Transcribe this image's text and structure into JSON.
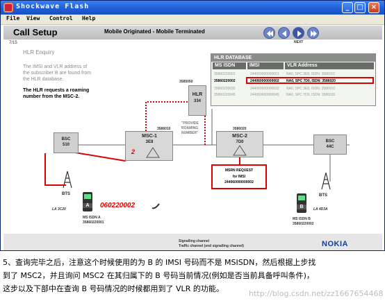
{
  "window": {
    "title": "Shockwave Flash",
    "colors": {
      "titlebar": "#2a63d8",
      "close": "#c73b1c"
    }
  },
  "menu": [
    "File",
    "View",
    "Control",
    "Help"
  ],
  "slide": {
    "title": "Call Setup",
    "subtitle": "Mobile Originated - Mobile Terminated",
    "page": "7/15",
    "next_label": "NEXT",
    "nav_icons": [
      "rewind-icon",
      "prev-icon",
      "next-icon",
      "fast-forward-icon"
    ],
    "hlr_enquiry": "HLR Enquiry",
    "gray_paragraph": [
      "The IMSI and VLR address of",
      "the subscriber B are found from",
      "the HLR database."
    ],
    "bold_paragraph": [
      "The HLR requests a roaming",
      "number from the MSC-2."
    ],
    "hlr_db": {
      "title": "HLR DATABASE",
      "headers": [
        "MS ISDN",
        "IMSI",
        "VLR Address"
      ],
      "rows": [
        [
          "35860220001",
          "244060000000001",
          "NA0, SPC 3E8, ISDN: 3586010"
        ],
        [
          "35860220002",
          "244060000000002",
          "NA0, SPC 7D0, ISDN: 3586020"
        ],
        [
          "35860220032",
          "244060000000032",
          "NA0, SPC 3E8, ISDN: 3586010"
        ],
        [
          "35860220045",
          "244060000000045",
          "NA0, SPC 7D0, ISDN: 3586020"
        ]
      ],
      "highlight_row": 1
    },
    "hlr_node": {
      "id": "3585050",
      "name": "HLR",
      "code": "334"
    },
    "provide": [
      "\"PROVIDE",
      "ROAMING",
      "NUMBER\""
    ],
    "bsc_left": {
      "name": "BSC",
      "code": "510"
    },
    "bsc_right": {
      "name": "BSC",
      "code": "44C"
    },
    "msc1": {
      "id": "3586010",
      "name": "MSC-1",
      "code": "3E8",
      "step": "2"
    },
    "msc2": {
      "id": "3586020",
      "name": "MSC-2",
      "code": "7D0"
    },
    "msrn": [
      "MSRN REQUEST",
      "for IMSI",
      "244060000000002"
    ],
    "bts_left": {
      "name": "BTS",
      "code": "LA 3C20"
    },
    "bts_right": {
      "name": "BTS",
      "code": "LA 4D3A"
    },
    "ms_a": {
      "badge": "A",
      "label": "MS ISDN A",
      "number": "35860220001",
      "dialed": "060220002"
    },
    "ms_b": {
      "badge": "B",
      "label": "MS ISDN B",
      "number": "35860220002"
    },
    "legend": [
      "Signalling channel",
      "Traffic channel (end signalling channel)"
    ],
    "brand": "NOKIA"
  },
  "caption": [
    "5、查询完毕之后，注意这个时候使用的为 B 的 IMSI 号码而不是 MSISDN，然后根据上步找",
    "到了 MSC2，并且询问 MSC2 在其归属下的 B 号码当前情况(例如是否当前具备呼叫条件)，",
    "这步以及下部中在查询 B 号码情况的时候都用到了 VLR 的功能。"
  ],
  "watermark": "http://blog.csdn.net/zz1667654468"
}
